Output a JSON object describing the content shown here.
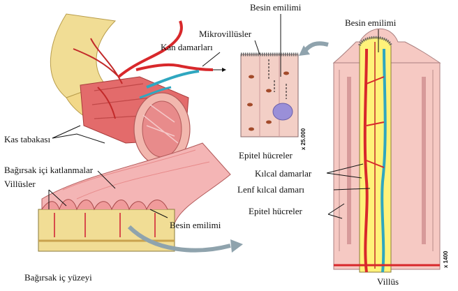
{
  "labels": {
    "mikrovillusler": "Mikrovillüsler",
    "kan_damarlari": "Kan damarları",
    "kas_tabakasi": "Kas tabakası",
    "katlanmalar": "Bağırsak içi katlanmalar",
    "villusler": "Villüsler",
    "besin_emilimi_left": "Besin emilimi",
    "bagirsak_ic_yuzeyi": "Bağırsak iç yüzeyi",
    "besin_emilimi_top": "Besin emilimi",
    "epitel_hucreler_center": "Epitel hücreler",
    "besin_emilimi_right": "Besin emilimi",
    "kilcal_damarlar": "Kılcal damarlar",
    "lenf_kilcal_damari": "Lenf kılcal damarı",
    "epitel_hucreler_right": "Epitel hücreler",
    "villus": "Villüs",
    "scale_cells": "x 25.000",
    "scale_villus": "x 1400"
  },
  "colors": {
    "outer_wall": "#f1dd95",
    "muscle": "#e36b6b",
    "mucosa": "#f2a9a9",
    "artery": "#d8282b",
    "vein_lymph": "#2fa7c0",
    "lymph_fill": "#fff27a",
    "arrow": "#8fa3ad",
    "cell_bg": "#f3cfc6"
  }
}
